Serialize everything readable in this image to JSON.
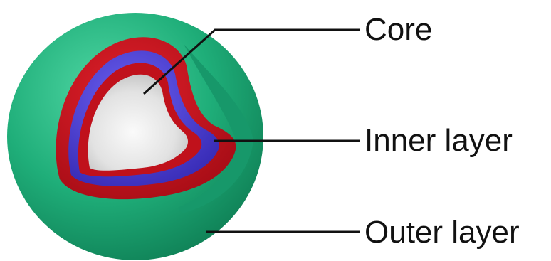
{
  "labels": {
    "core": "Core",
    "inner_layer": "Inner layer",
    "outer_layer": "Outer layer"
  },
  "colors": {
    "outer_layer": "#1faf7a",
    "outer_layer_shadow": "#128a5c",
    "red_band": "#c4121c",
    "blue_band": "#4a3fd0",
    "core": "#e4e4e4",
    "leader_line": "#111111"
  }
}
